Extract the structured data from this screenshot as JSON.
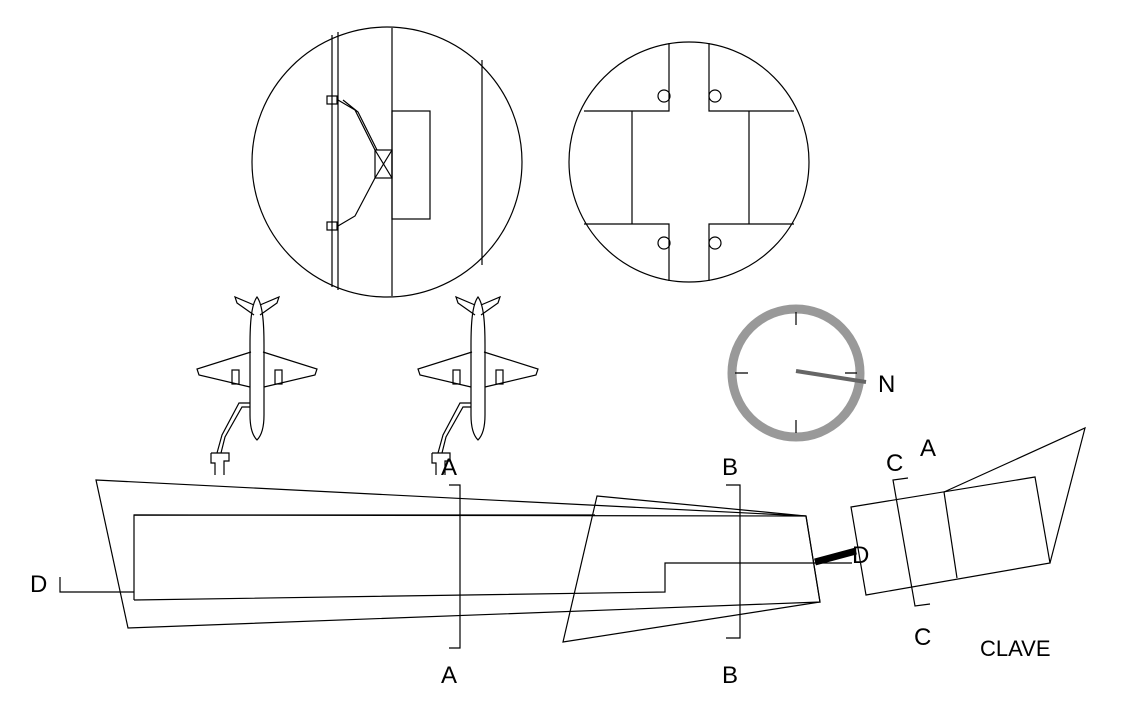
{
  "labels": {
    "section_a_top": "A",
    "section_a_bottom": "A",
    "section_b_top": "B",
    "section_b_bottom": "B",
    "section_c_top": "C",
    "section_c_bottom": "C",
    "section_a_right": "A",
    "section_d_left": "D",
    "section_d_right": "D",
    "north": "N",
    "legend": "CLAVE"
  },
  "colors": {
    "line": "#000000",
    "compass": "#999999",
    "needle": "#666666"
  }
}
